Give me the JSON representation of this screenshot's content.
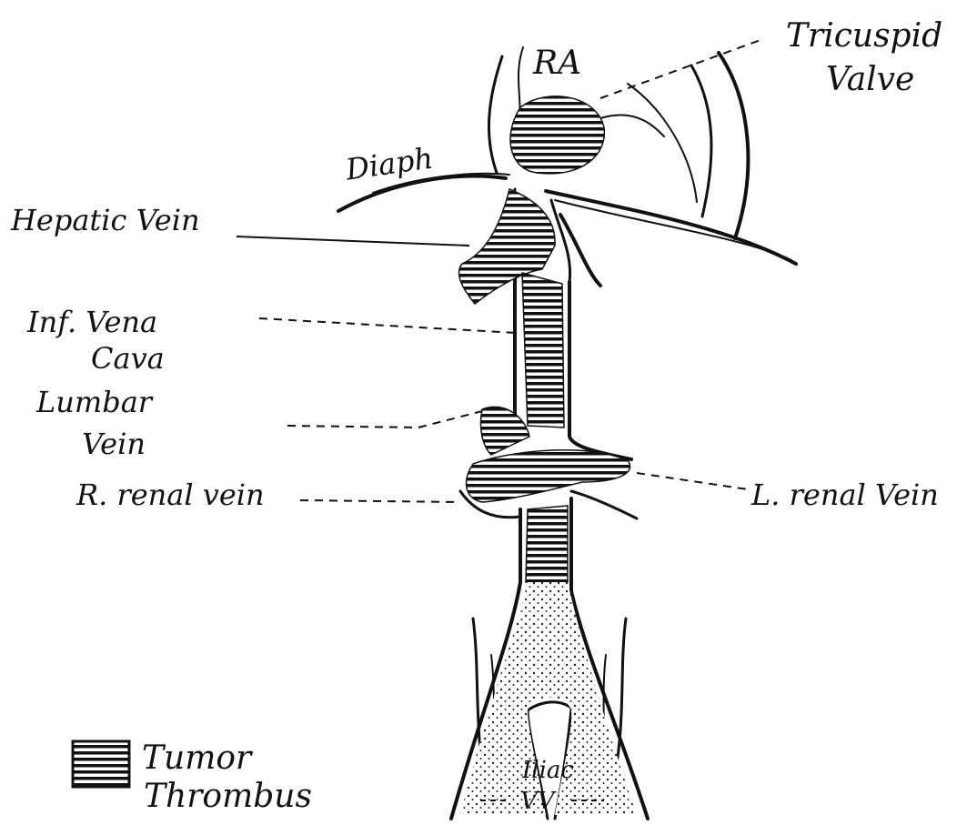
{
  "labels": {
    "ra": "RA",
    "tricuspid_line1": "Tricuspid",
    "tricuspid_line2": "Valve",
    "diaph": "Diaph",
    "hepatic_vein": "Hepatic Vein",
    "ivc_line1": "Inf. Vena",
    "ivc_line2": "Cava",
    "lumbar_line1": "Lumbar",
    "lumbar_line2": "Vein",
    "r_renal": "R. renal vein",
    "l_renal": "L. renal Vein",
    "iliac_line1": "Iliac",
    "iliac_line2": "VV"
  },
  "legend": {
    "icon": "hatched-square-icon",
    "label_line1": "Tumor",
    "label_line2": "Thrombus"
  },
  "colors": {
    "ink": "#111111",
    "paper": "#ffffff"
  }
}
